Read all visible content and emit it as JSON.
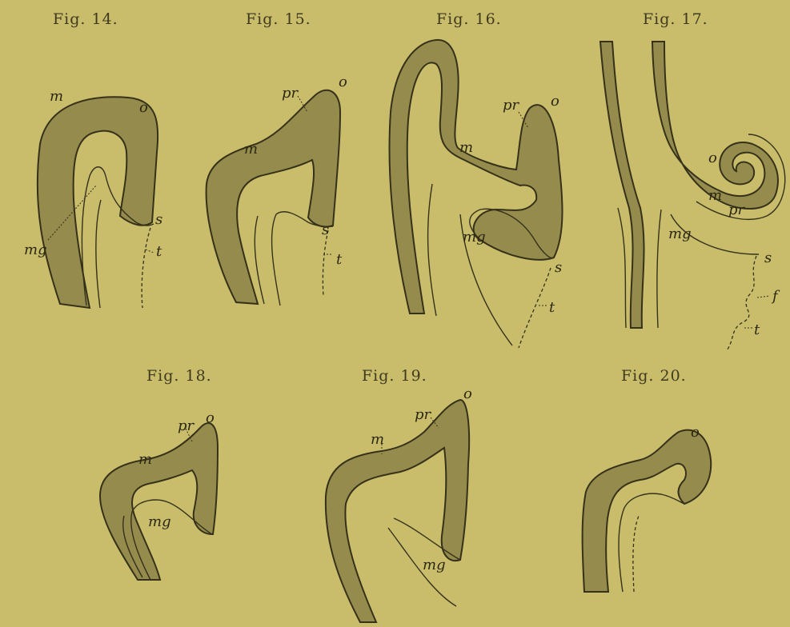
{
  "figures": [
    {
      "title": "Fig. 14.",
      "labels": {
        "m": "m",
        "o": "o",
        "s": "s",
        "t": "t",
        "mg": "mg"
      }
    },
    {
      "title": "Fig. 15.",
      "labels": {
        "pr": "pr",
        "o": "o",
        "m": "m",
        "s": "s",
        "t": "t"
      }
    },
    {
      "title": "Fig. 16.",
      "labels": {
        "pr": "pr",
        "o": "o",
        "m": "m",
        "mg": "mg",
        "s": "s",
        "t": "t"
      }
    },
    {
      "title": "Fig. 17.",
      "labels": {
        "o": "o",
        "m": "m",
        "pr": "pr",
        "mg": "mg",
        "s": "s",
        "f": "f",
        "t": "t"
      }
    },
    {
      "title": "Fig. 18.",
      "labels": {
        "pr": "pr",
        "o": "o",
        "m": "m",
        "mg": "mg"
      }
    },
    {
      "title": "Fig. 19.",
      "labels": {
        "pr": "pr",
        "o": "o",
        "m": "m",
        "mg": "mg"
      }
    },
    {
      "title": "Fig. 20.",
      "labels": {
        "o": "o"
      }
    }
  ],
  "colors": {
    "paper": "#c9bd6c",
    "ink": "#35311a",
    "wall": "#948b4d"
  }
}
